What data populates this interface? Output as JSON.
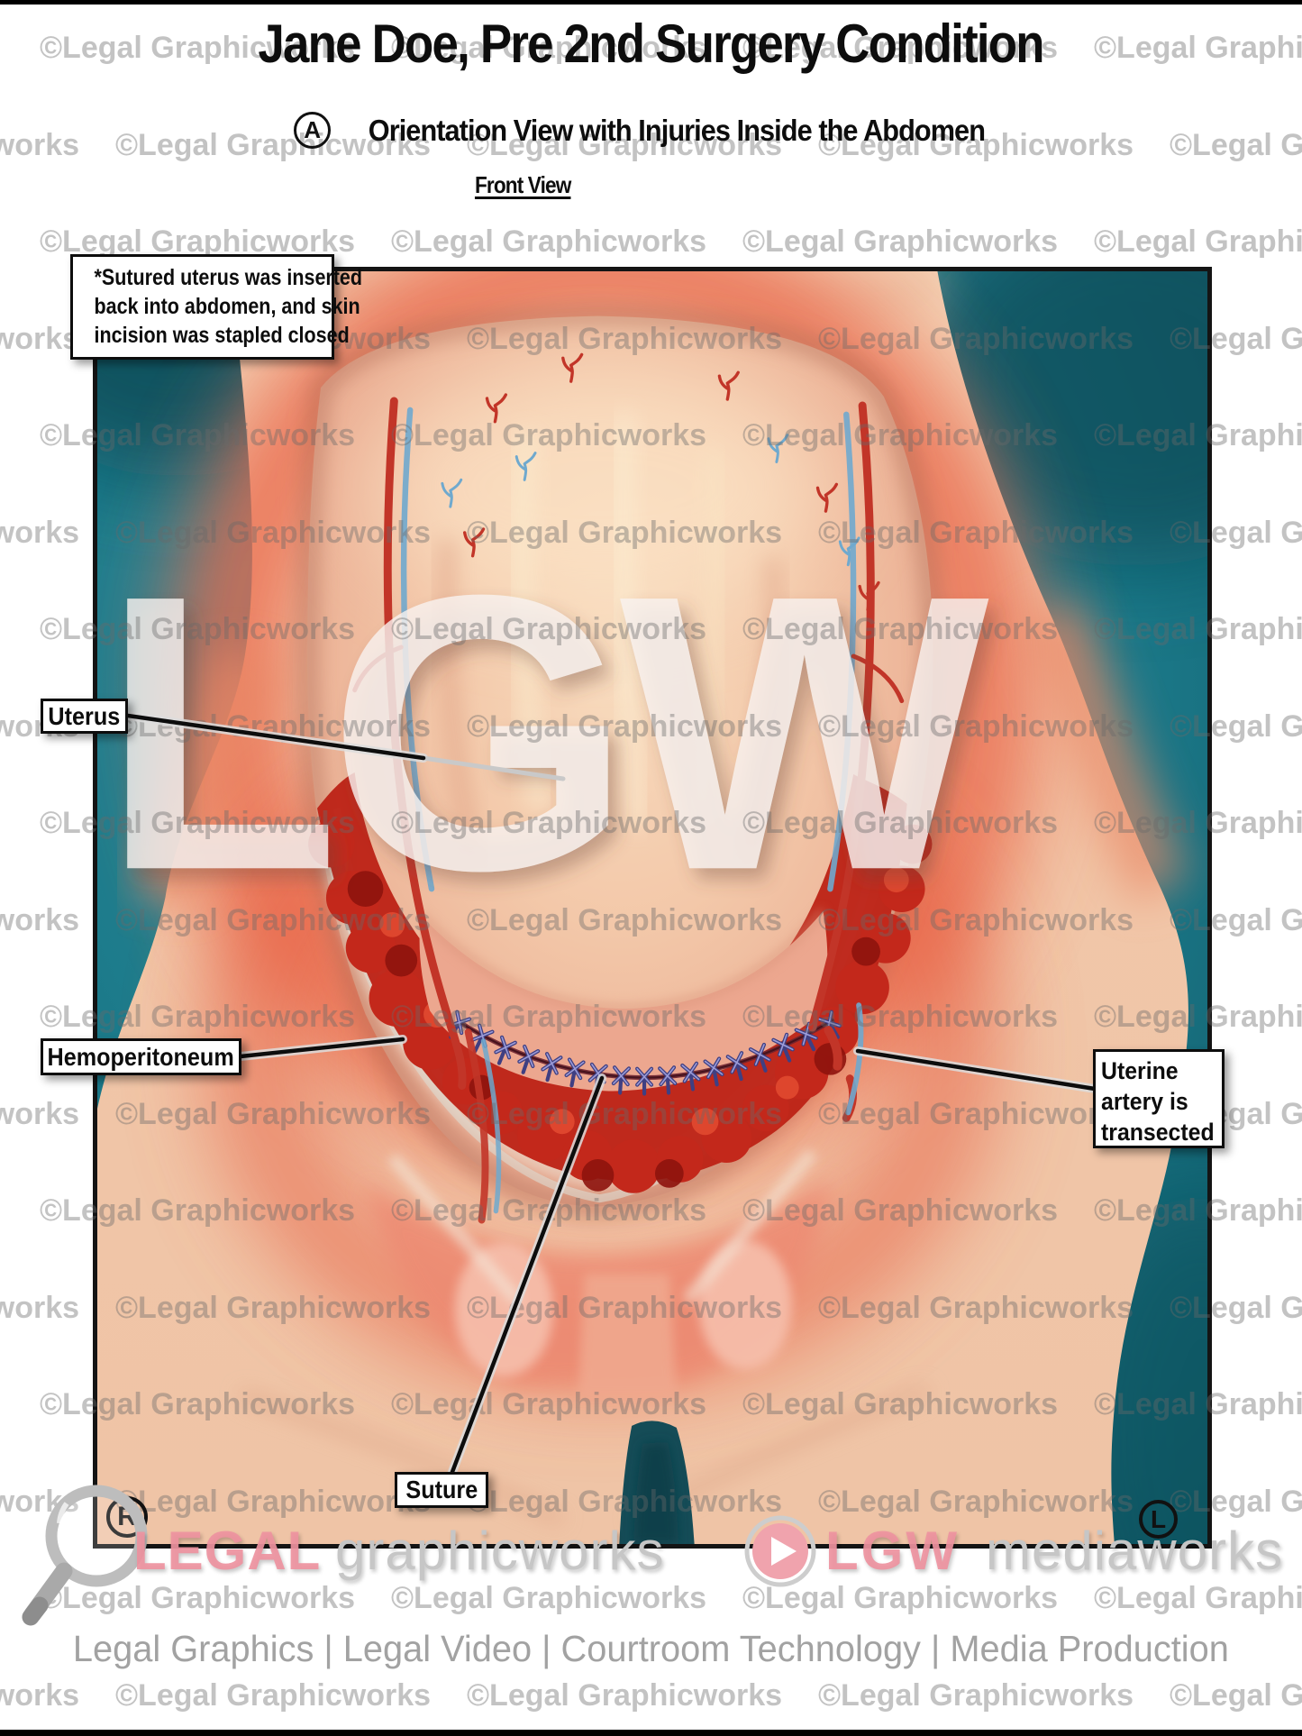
{
  "page": {
    "title": "Jane Doe, Pre 2nd Surgery Condition",
    "section_marker": "A",
    "section_title": "Orientation View with Injuries Inside the Abdomen",
    "view_label": "Front View"
  },
  "note_box": {
    "lines": [
      "*Sutured uterus was inserted",
      "back into abdomen, and skin",
      "incision was stapled closed"
    ]
  },
  "annotations": {
    "uterus": "Uterus",
    "hemoperitoneum": "Hemoperitoneum",
    "suture": "Suture",
    "uterine_artery": {
      "lines": [
        "Uterine",
        "artery is",
        "transected"
      ]
    }
  },
  "orientation_markers": {
    "right": "R",
    "left": "L"
  },
  "watermark": {
    "tile_text": "©Legal Graphicworks",
    "center_logo": "LGW"
  },
  "branding": {
    "logo1_primary": "LEGAL",
    "logo1_secondary": "graphicworks",
    "logo2_primary": "LGW",
    "logo2_secondary": "mediaworks",
    "tagline": "Legal Graphics | Legal Video | Courtroom Technology | Media Production"
  },
  "colors": {
    "teal_background": "#1b7a8a",
    "skin": "#f2cdb0",
    "inflamed_tissue": "#ea6b4e",
    "blood": "#bc2317",
    "suture_thread": "#3f3f82",
    "vessel_artery": "#c23528",
    "vessel_vein": "#6fa9ce",
    "brand_pink": "#ee93a0",
    "brand_gray": "#c6c6c6",
    "watermark_gray": "#686868"
  }
}
